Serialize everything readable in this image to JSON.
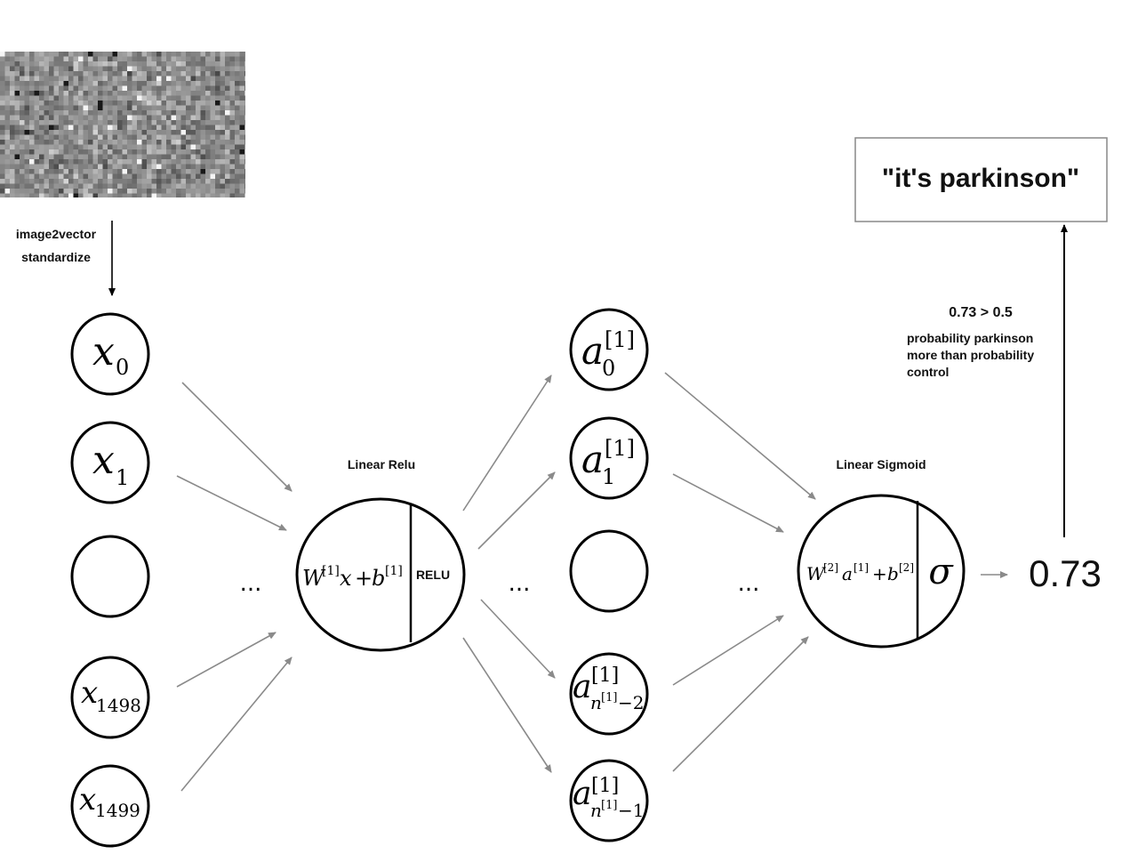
{
  "input": {
    "step1": "image2vector",
    "step2": "standardize"
  },
  "input_layer": {
    "n0": {
      "base": "x",
      "sub": "0"
    },
    "n1": {
      "base": "x",
      "sub": "1"
    },
    "n1498": {
      "base": "x",
      "sub": "1498"
    },
    "n1499": {
      "base": "x",
      "sub": "1499"
    }
  },
  "ellipsis": "...",
  "hidden_unit": {
    "title": "Linear Relu",
    "w": "W",
    "w_sup": "[1]",
    "x": "x",
    "plus": "+",
    "b": "b",
    "b_sup": "[1]",
    "activation": "RELU"
  },
  "hidden_layer": {
    "base": "a",
    "sup": "[1]",
    "sub0": "0",
    "sub1": "1",
    "sub_n": "n",
    "sub_n_sup": "[1]",
    "minus2": "−2",
    "minus1": "−1"
  },
  "output_unit": {
    "title": "Linear Sigmoid",
    "w": "W",
    "w_sup": "[2]",
    "a": "a",
    "a_sup": "[1]",
    "plus": "+",
    "b": "b",
    "b_sup": "[2]",
    "activation": "σ"
  },
  "output": {
    "value": "0.73",
    "comparison": "0.73 > 0.5",
    "explanation_lines": [
      "probability parkinson",
      "more than probability",
      "control"
    ],
    "result": "\"it's parkinson\""
  }
}
